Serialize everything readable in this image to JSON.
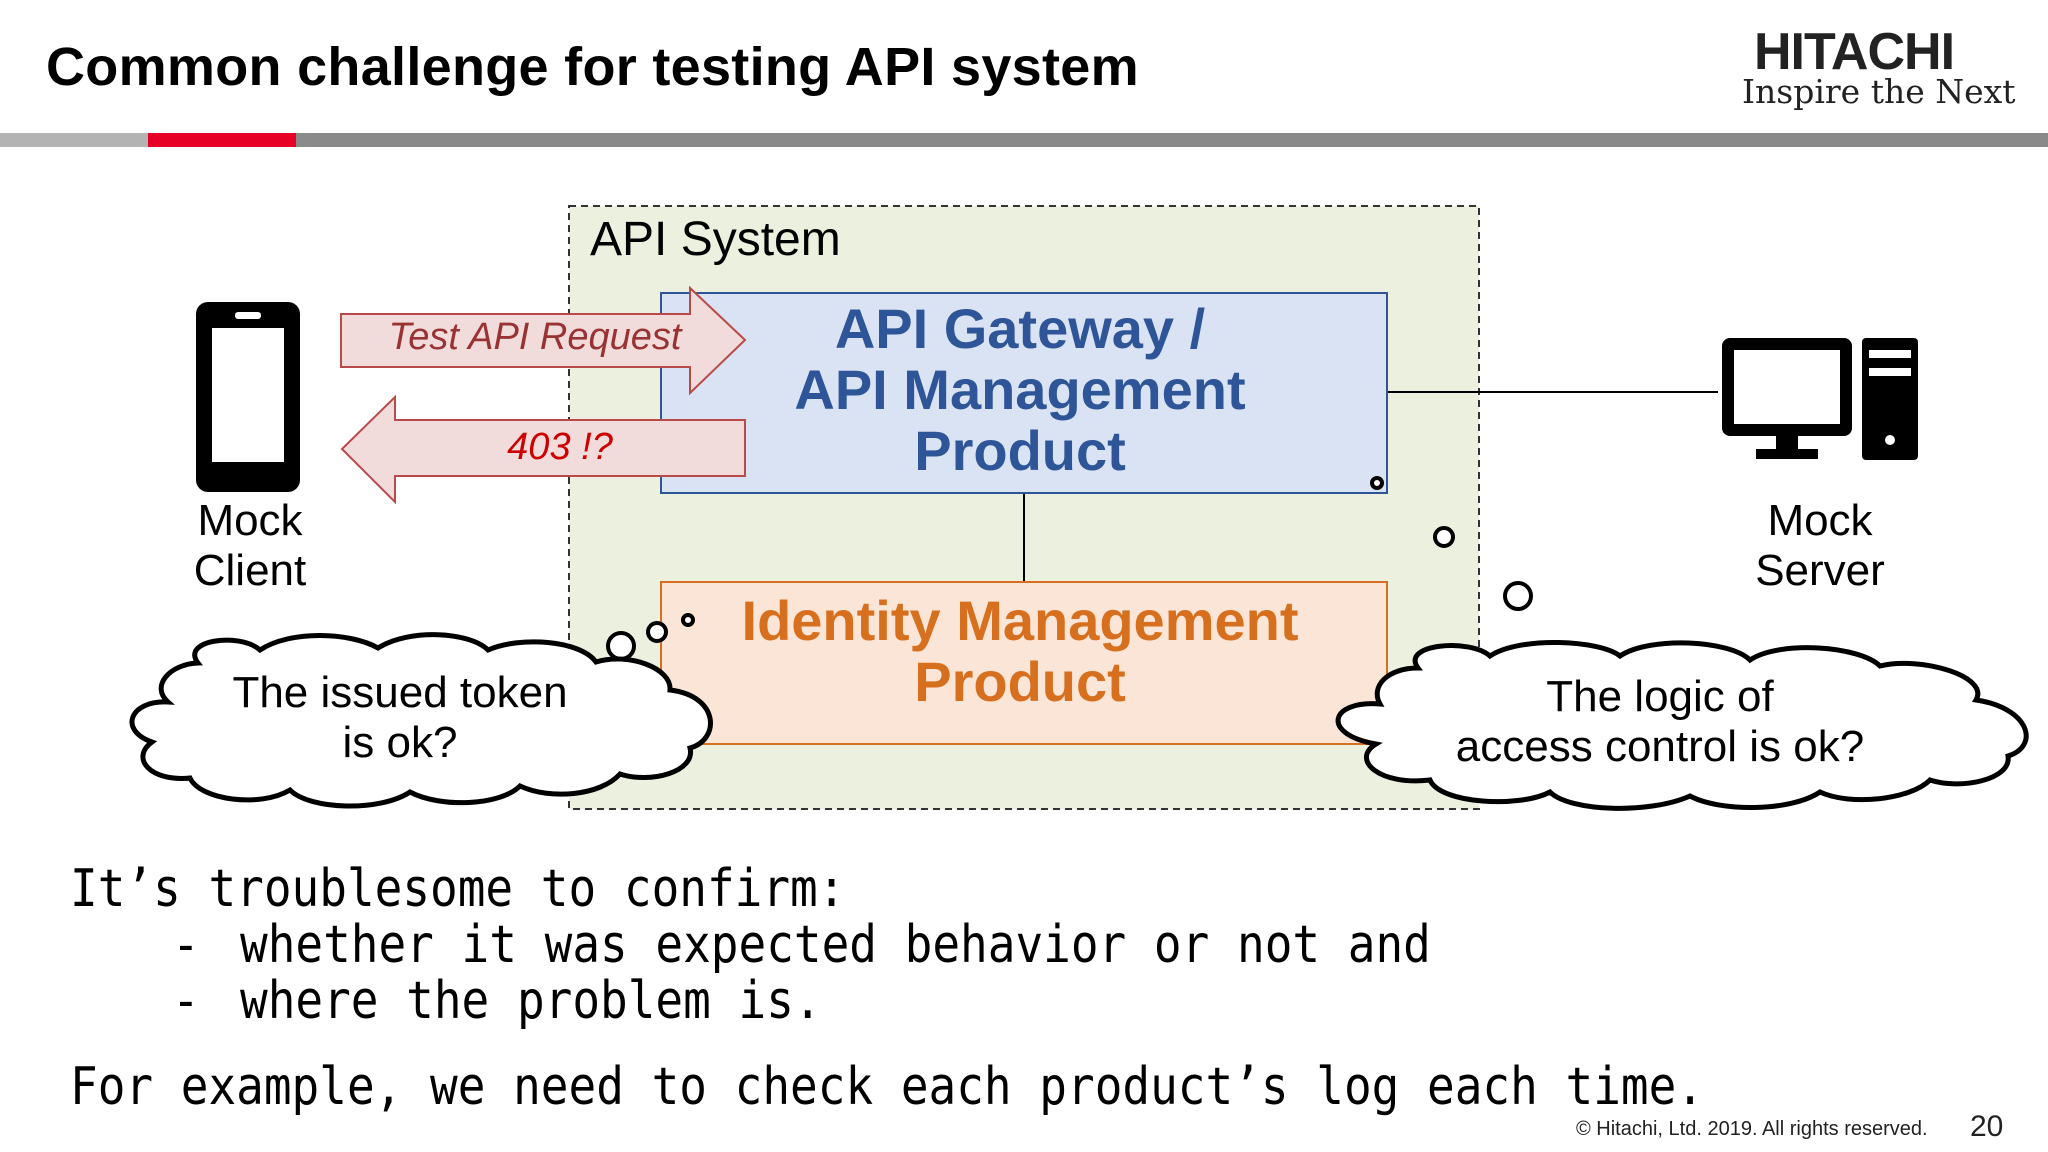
{
  "slide": {
    "title": "Common challenge for testing API system",
    "page_number": "20",
    "copyright": "© Hitachi, Ltd. 2019. All rights reserved."
  },
  "logo": {
    "brand": "HITACHI",
    "tagline": "Inspire the Next"
  },
  "diagram": {
    "api_system_label": "API System",
    "gateway_lines": [
      "API Gateway /",
      "API Management",
      "Product"
    ],
    "identity_lines": [
      "Identity Management",
      "Product"
    ],
    "request_label": "Test API Request",
    "response_label": "403 !?",
    "mock_client_lines": [
      "Mock",
      "Client"
    ],
    "mock_server_lines": [
      "Mock",
      "Server"
    ],
    "cloud_left_lines": [
      "The issued token",
      "is ok?"
    ],
    "cloud_right_lines": [
      "The logic of",
      "access control is ok?"
    ],
    "icons": [
      "smartphone-icon",
      "desktop-computer-icon"
    ]
  },
  "text": {
    "intro": "It’s troublesome to confirm:",
    "bullet_dash": "-",
    "bullets": [
      "whether it was expected behavior or not and",
      "where the problem is."
    ],
    "example": "For example, we need to check each product’s log each time."
  },
  "colors": {
    "accent_red": "#e60027",
    "gateway_text": "#2e5597",
    "gateway_fill": "#dae3f3",
    "identity_text": "#d7701e",
    "identity_fill": "#fbe5d6",
    "system_fill": "#ebf1de",
    "arrow_fill": "#f2dcdb"
  }
}
